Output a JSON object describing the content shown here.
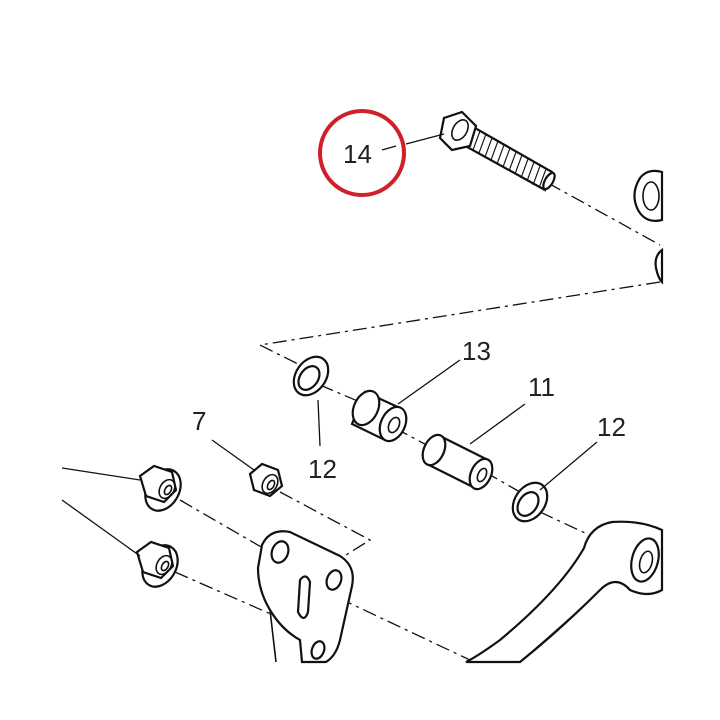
{
  "callouts": [
    {
      "id": "14",
      "label": "14",
      "highlighted": true
    },
    {
      "id": "13",
      "label": "13",
      "highlighted": false
    },
    {
      "id": "11",
      "label": "11",
      "highlighted": false
    },
    {
      "id": "12a",
      "label": "12",
      "highlighted": false
    },
    {
      "id": "12b",
      "label": "12",
      "highlighted": false
    },
    {
      "id": "7",
      "label": "7",
      "highlighted": false
    }
  ],
  "colors": {
    "highlight_ring": "#d0202a",
    "line": "#111111",
    "label": "#222222",
    "background": "#ffffff"
  }
}
